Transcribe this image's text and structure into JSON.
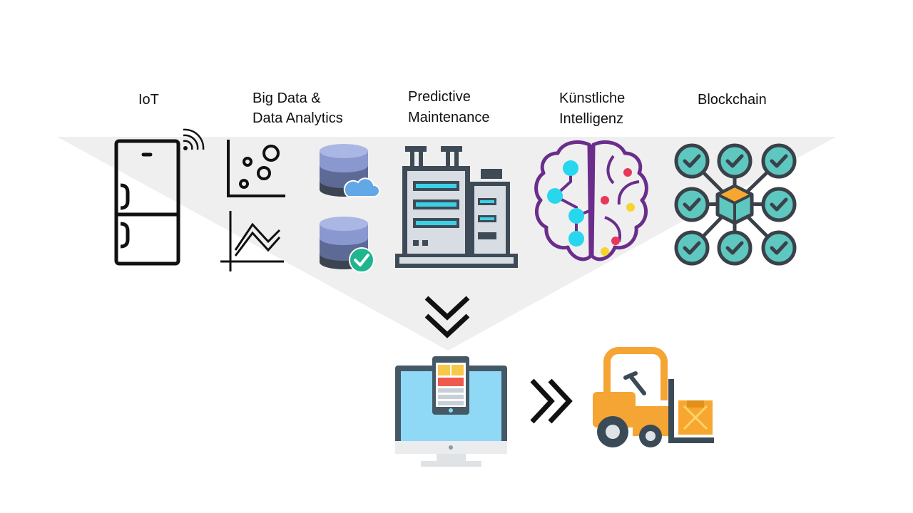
{
  "labels": {
    "iot": "IoT",
    "bigdata_line1": "Big Data &",
    "bigdata_line2": "Data Analytics",
    "predictive_line1": "Predictive",
    "predictive_line2": "Maintenance",
    "ki_line1": "Künstliche",
    "ki_line2": "Intelligenz",
    "blockchain": "Blockchain"
  },
  "colors": {
    "funnel": "#efefef",
    "stroke": "#111111",
    "db_top": "#8a98d0",
    "db_mid": "#5e6a96",
    "db_bottom": "#3c4452",
    "cloud": "#62a8e6",
    "check_green": "#1fb58f",
    "building_dark": "#3f4a57",
    "building_light": "#d7dde3",
    "building_accent": "#3ad1e7",
    "brain_outline": "#6b2d8c",
    "brain_cyan": "#28d7ee",
    "brain_red": "#e8375b",
    "brain_yellow": "#f6d52a",
    "chain_node": "#5ec7c0",
    "chain_dark": "#3a4148",
    "monitor_frame": "#455866",
    "monitor_screen": "#8fd8f6",
    "forklift_orange": "#f5a534",
    "forklift_dark": "#3b4a57",
    "box_orange": "#f7a72f"
  },
  "icons": [
    "fridge-wifi-icon",
    "scatter-chart-icon",
    "line-chart-icon",
    "database-cloud-icon",
    "database-check-icon",
    "factory-building-icon",
    "brain-ai-icon",
    "blockchain-network-icon",
    "chevron-double-down-icon",
    "computer-tablet-icon",
    "chevron-double-right-icon",
    "forklift-icon"
  ]
}
